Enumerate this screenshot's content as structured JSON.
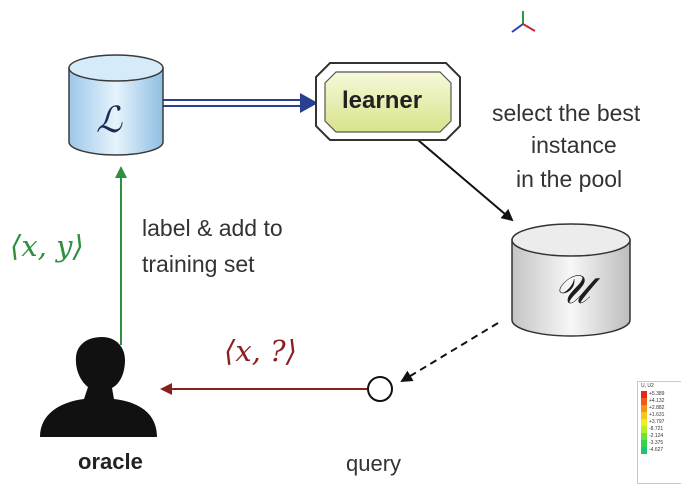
{
  "nodes": {
    "labeled_set_symbol": "ℒ",
    "learner_label": "learner",
    "unlabeled_pool_symbol": "𝒰",
    "oracle_label": "oracle",
    "query_label": "query"
  },
  "annotations": {
    "select_line1": "select the best",
    "select_line2": "instance",
    "select_line3": "in the pool",
    "label_line1": "label & add to",
    "label_line2": "training set",
    "xy_pair": "⟨x, y⟩",
    "xq_pair": "⟨x, ?⟩"
  },
  "colors": {
    "labeled_cylinder": "#cfe6f7",
    "learner_fill": "#eef3b8",
    "unlabeled_cylinder": "#e8e8e8",
    "green_arrow": "#2f8f3f",
    "red_arrow": "#8a1f1f",
    "blue_arrow": "#2a3f8f"
  },
  "legend": {
    "title": "U, U2",
    "values": [
      "+5.389",
      "+4.132",
      "+2.882",
      "+1.631",
      "+3.797",
      "-8.721",
      "-2.124",
      "-3.375",
      "-4.627"
    ],
    "colors": [
      "#e8261a",
      "#f25a12",
      "#f7940f",
      "#f7c51b",
      "#eaf01f",
      "#b6ef2a",
      "#6fe23a",
      "#32d44e",
      "#1cc66e"
    ]
  }
}
